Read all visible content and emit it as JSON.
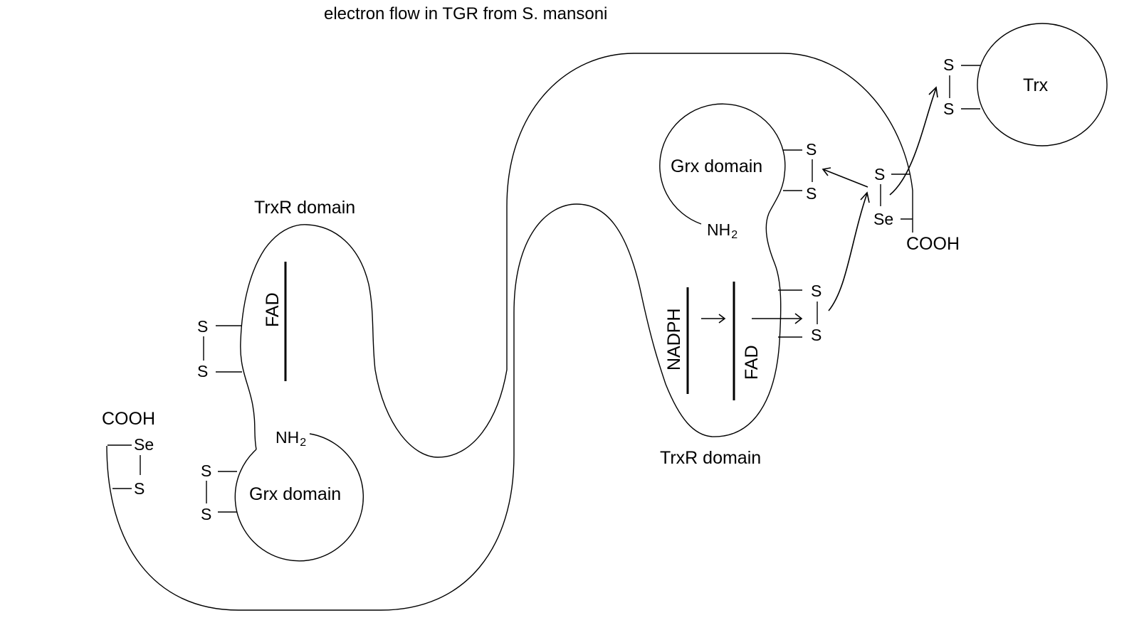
{
  "title": "electron flow in TGR from S. mansoni",
  "left_subunit": {
    "trxr_label": "TrxR domain",
    "fad": "FAD",
    "grx_label": "Grx domain",
    "nh2_base": "NH",
    "nh2_sub": "2",
    "cooh": "COOH",
    "se": "Se",
    "s_se_pair": "S",
    "s_trxr_top": "S",
    "s_trxr_bottom": "S",
    "s_grx_top": "S",
    "s_grx_bottom": "S"
  },
  "right_subunit": {
    "trxr_label": "TrxR domain",
    "nadph": "NADPH",
    "fad": "FAD",
    "grx_label": "Grx domain",
    "nh2_base": "NH",
    "nh2_sub": "2",
    "cooh": "COOH",
    "se": "Se",
    "s_se_pair": "S",
    "s_trxr_top": "S",
    "s_trxr_bottom": "S",
    "s_grx_top": "S",
    "s_grx_bottom": "S"
  },
  "trx": {
    "label": "Trx",
    "s_top": "S",
    "s_bottom": "S"
  }
}
